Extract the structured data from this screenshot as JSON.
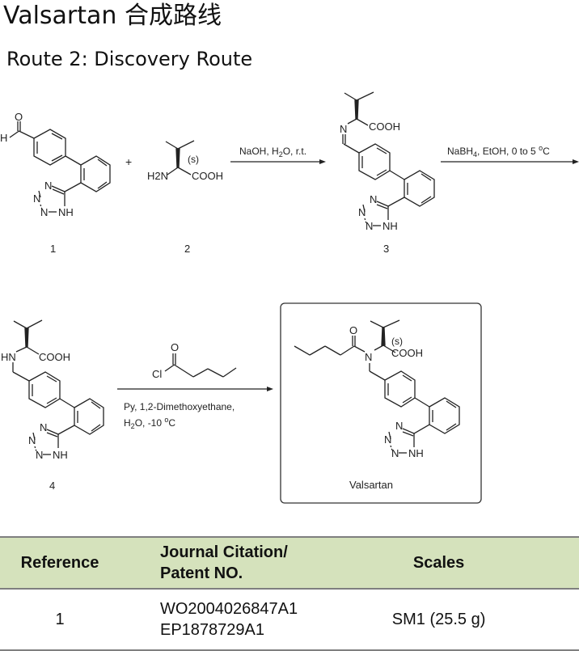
{
  "header": {
    "title": "Valsartan 合成路线",
    "subtitle": "Route 2: Discovery Route"
  },
  "scheme": {
    "compounds": [
      {
        "id": "1",
        "label": "1",
        "atoms": [
          "O",
          "H",
          "N",
          "N",
          "N",
          "NH"
        ]
      },
      {
        "id": "2",
        "label": "2",
        "atoms": [
          "H2N",
          "COOH"
        ],
        "stereo": "(s)"
      },
      {
        "id": "3",
        "label": "3",
        "atoms": [
          "N",
          "COOH",
          "N",
          "N",
          "N",
          "NH"
        ]
      },
      {
        "id": "4",
        "label": "4",
        "atoms": [
          "HN",
          "COOH",
          "N",
          "N",
          "N",
          "NH"
        ]
      },
      {
        "id": "valsartan",
        "label": "Valsartan",
        "atoms": [
          "O",
          "N",
          "COOH",
          "N",
          "N",
          "N",
          "NH"
        ],
        "stereo": "(s)"
      }
    ],
    "plus": "+",
    "reagent_acyl_chloride": {
      "atoms": [
        "O",
        "Cl"
      ]
    },
    "steps": [
      {
        "conditions": "NaOH, H",
        "sub": "2",
        "rest": "O, r.t."
      },
      {
        "conditions": "NaBH",
        "sub": "4",
        "rest": ", EtOH, 0 to 5 ",
        "sup": "o",
        "unit": "C"
      },
      {
        "line1": "Py, 1,2-Dimethoxyethane,",
        "line2_a": "H",
        "line2_sub": "2",
        "line2_b": "O, -10 ",
        "line2_sup": "o",
        "line2_unit": "C"
      }
    ]
  },
  "table": {
    "headers": [
      "Reference",
      "Journal Citation/",
      "Patent NO.",
      "Scales"
    ],
    "rows": [
      {
        "reference": "1",
        "patents": [
          "WO2004026847A1",
          "EP1878729A1"
        ],
        "scales": "SM1 (25.5 g)"
      }
    ],
    "header_color": "#d5e2bc"
  }
}
